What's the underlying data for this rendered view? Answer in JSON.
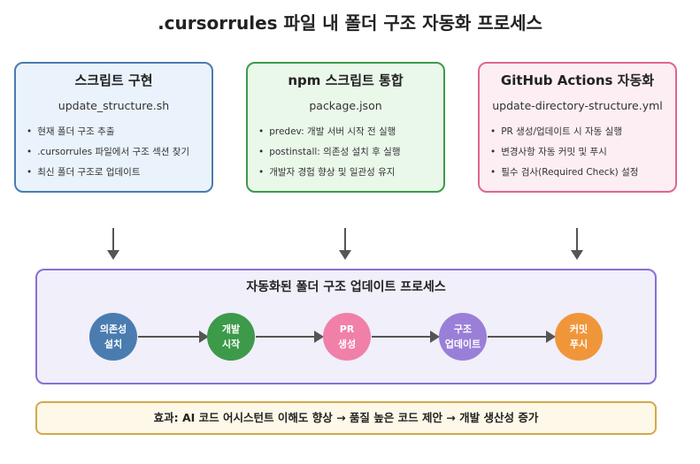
{
  "title": ".cursorrules 파일 내 폴더 구조 자동화 프로세스",
  "colors": {
    "card1_border": "#4a7cb0",
    "card1_fill": "#eaf3fc",
    "card2_border": "#3c9a4a",
    "card2_fill": "#eaf8ea",
    "card3_border": "#e0678a",
    "card3_fill": "#fdeef3",
    "process_border": "#8a6fd3",
    "process_fill": "#f0effa",
    "effect_border": "#d4a94a",
    "effect_fill": "#fdf8e8",
    "node1": "#4a7cb0",
    "node2": "#3c9a4a",
    "node3": "#f080a8",
    "node4": "#9a7fd8",
    "node5": "#f0963a"
  },
  "cards": [
    {
      "title": "스크립트 구현",
      "file": "update_structure.sh",
      "items": [
        "현재 폴더 구조 추출",
        ".cursorrules 파일에서 구조 섹션 찾기",
        "최신 폴더 구조로 업데이트"
      ]
    },
    {
      "title": "npm 스크립트 통합",
      "file": "package.json",
      "items": [
        "predev: 개발 서버 시작 전 실행",
        "postinstall: 의존성 설치 후 실행",
        "개발자 경험 향상 및 일관성 유지"
      ]
    },
    {
      "title": "GitHub Actions 자동화",
      "file": "update-directory-structure.yml",
      "items": [
        "PR 생성/업데이트 시 자동 실행",
        "변경사항 자동 커밋 및 푸시",
        "필수 검사(Required Check) 설정"
      ]
    }
  ],
  "process": {
    "title": "자동화된 폴더 구조 업데이트 프로세스",
    "nodes": [
      {
        "line1": "의존성",
        "line2": "설치"
      },
      {
        "line1": "개발",
        "line2": "시작"
      },
      {
        "line1": "PR",
        "line2": "생성"
      },
      {
        "line1": "구조",
        "line2": "업데이트"
      },
      {
        "line1": "커밋",
        "line2": "푸시"
      }
    ]
  },
  "effect": "효과: AI 코드 어시스턴트 이해도 향상 → 품질 높은 코드 제안 → 개발 생산성 증가",
  "bullet": "•"
}
